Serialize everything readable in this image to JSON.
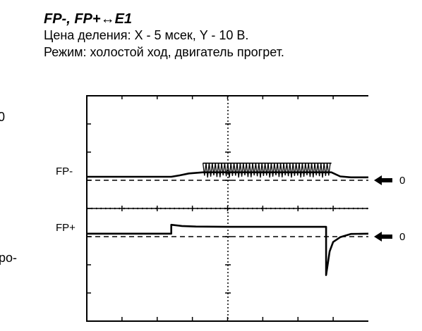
{
  "header": {
    "title": "FP-, FP+↔E1",
    "scale_line": "Цена деления: X - 5 мсек, Y - 10 В.",
    "mode_line": "Режим: холостой ход, двигатель прогрет."
  },
  "page_edge": {
    "fragment_top": "0",
    "fragment_bottom": "ро-"
  },
  "chart_data": {
    "type": "line",
    "title": "FP-, FP+↔E1",
    "x_division": "5 мсек",
    "y_division": "10 В",
    "divisions_x": 8,
    "divisions_y": 8,
    "grid": "dotted center cross",
    "series": [
      {
        "name": "FP-",
        "zero_label": "0",
        "points": [
          [
            0.0,
            1.2
          ],
          [
            4.8,
            1.2
          ],
          [
            5.3,
            1.7
          ],
          [
            5.8,
            2.3
          ],
          [
            6.6,
            2.7
          ],
          [
            13.9,
            2.7
          ],
          [
            14.4,
            1.3
          ],
          [
            15.0,
            1.0
          ],
          [
            16.0,
            1.0
          ]
        ],
        "burst": {
          "x_start": 6.6,
          "x_end": 13.9,
          "low": 0.9,
          "high": 5.8
        }
      },
      {
        "name": "FP+",
        "zero_label": "0",
        "points": [
          [
            0.0,
            1.0
          ],
          [
            4.8,
            1.0
          ],
          [
            4.8,
            4.0
          ],
          [
            5.4,
            3.6
          ],
          [
            6.2,
            3.4
          ],
          [
            8.0,
            3.3
          ],
          [
            13.0,
            3.3
          ],
          [
            13.6,
            3.3
          ],
          [
            13.6,
            -13.0
          ],
          [
            13.8,
            -5.0
          ],
          [
            14.0,
            -1.8
          ],
          [
            14.4,
            -0.2
          ],
          [
            15.0,
            0.9
          ],
          [
            16.0,
            1.0
          ]
        ]
      }
    ]
  }
}
